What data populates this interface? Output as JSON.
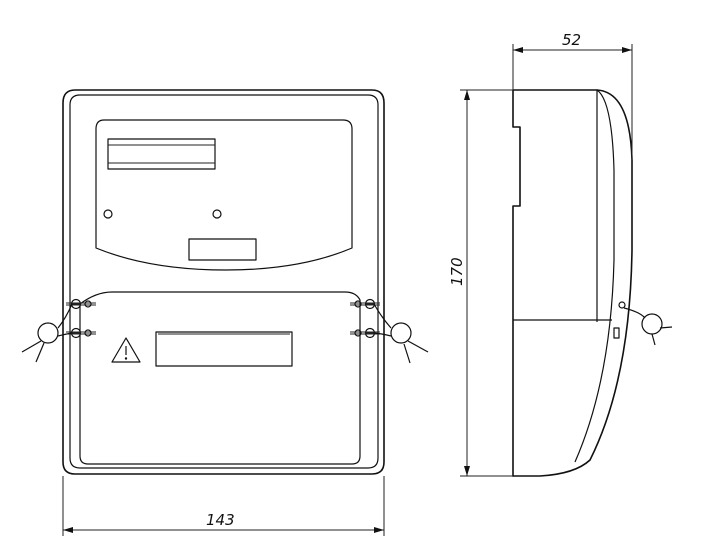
{
  "dimensions": {
    "width": "143",
    "height": "170",
    "depth": "52"
  },
  "colors": {
    "line": "#111111",
    "background": "#ffffff"
  },
  "icons": {
    "warning": "warning-triangle-icon",
    "seal": "seal-wire-icon"
  }
}
